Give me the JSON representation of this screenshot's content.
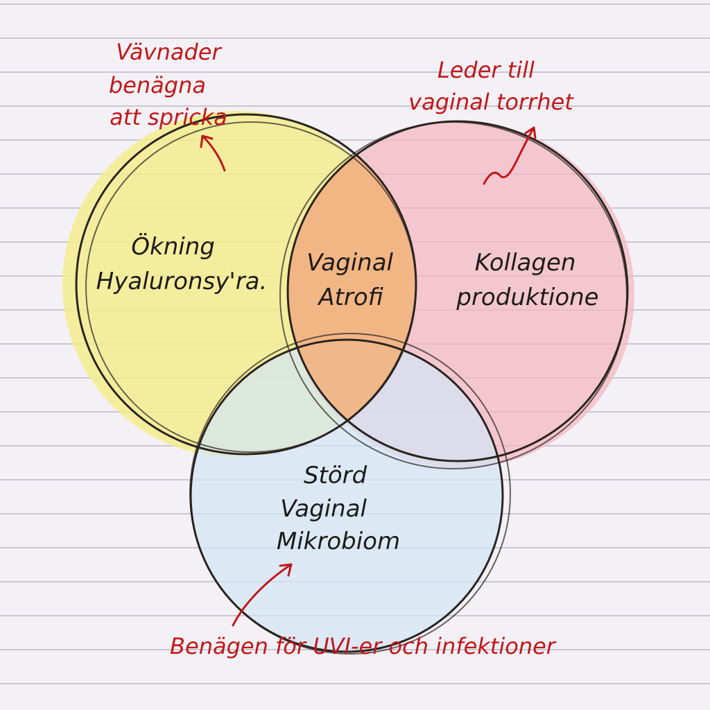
{
  "circles": {
    "yellow": {
      "lines": [
        "Ökning",
        "Hyaluronsy'ra."
      ]
    },
    "pink": {
      "lines": [
        "Kollagen",
        "produktione"
      ]
    },
    "blue": {
      "lines": [
        "Störd",
        "Vaginal",
        "Mikrobiom"
      ]
    },
    "center": {
      "lines": [
        "Vaginal",
        "Atrofi"
      ]
    }
  },
  "notes": {
    "top_left": {
      "lines": [
        "Vävnader",
        "benägna",
        "att spricka"
      ]
    },
    "top_right": {
      "lines": [
        "Leder till",
        "vaginal torrhet"
      ]
    },
    "bottom": {
      "lines": [
        "Benägen för UVI-er och infektioner"
      ]
    }
  },
  "colors": {
    "yellow_fill": "#f3ec8e",
    "pink_fill": "#f4b7c2",
    "blue_fill": "#d2e6f5",
    "center_fill": "#f2b47f",
    "outline": "#2a2420",
    "annotation": "#c0171b",
    "ruled_line": "#c9c6d3"
  }
}
